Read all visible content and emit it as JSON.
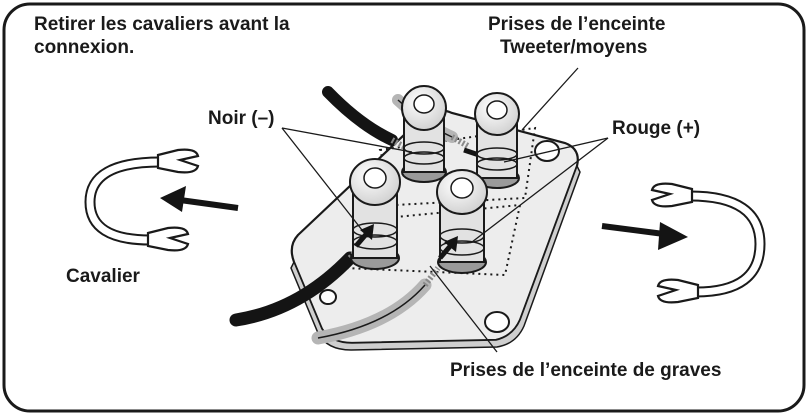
{
  "instruction": {
    "line1": "Retirer les cavaliers avant la",
    "line2": "connexion."
  },
  "labels": {
    "tweeter_line1": "Prises de l’enceinte",
    "tweeter_line2": "Tweeter/moyens",
    "noir": "Noir (–)",
    "rouge": "Rouge (+)",
    "cavalier": "Cavalier",
    "graves": "Prises de l’enceinte de graves"
  },
  "colors": {
    "outline": "#1a1a1a",
    "panel": "#ededed",
    "terminal": "#e2e2e2",
    "wire_dark": "#141414",
    "wire_light": "#b5b5b5"
  }
}
